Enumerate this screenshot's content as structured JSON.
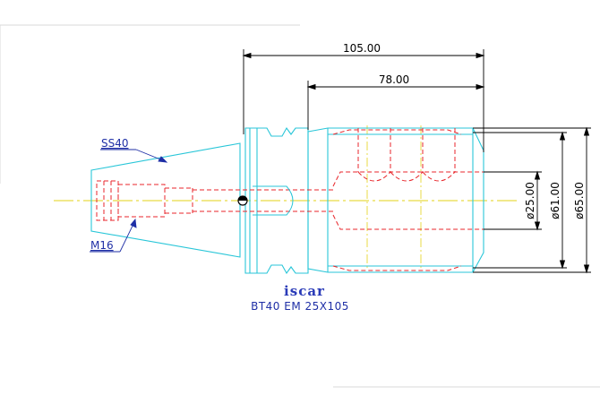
{
  "drawing": {
    "dimensions": {
      "overall_length": "105.00",
      "body_length": "78.00",
      "bore_diameter": "ø25.00",
      "flange_diameter": "ø61.00",
      "outer_diameter": "ø65.00"
    },
    "labels": {
      "taper": "SS40",
      "thread": "M16"
    },
    "logo": "iscar",
    "caption": "BT40 EM 25X105",
    "colors": {
      "outline": "#29c6d8",
      "hidden": "#e8262b",
      "centerline": "#e3d317",
      "dimension": "#000000",
      "label": "#1f2fa6"
    }
  }
}
